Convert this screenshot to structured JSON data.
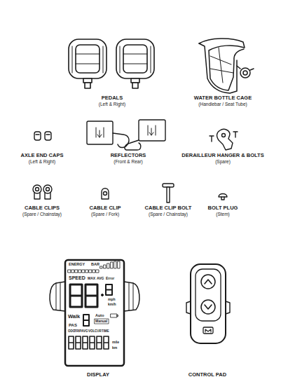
{
  "diagram": {
    "labels": [
      "PEDALS",
      "(Left & Right)",
      "WATER BOTTLE CAGE",
      "(Handlebar / Seat Tube)",
      "AXLE END CAPS",
      "(Left & Right)",
      "REFLECTORS",
      "(Front & Rear)",
      "DERAILLEUR HANGER & BOLTS",
      "(Spare)",
      "CABLE CLIPS",
      "(Spare / Chainstay)",
      "CABLE CLIP",
      "(Spare / Fork)",
      "CABLE CLIP BOLT",
      "(Spare / Chainstay)",
      "BOLT PLUG",
      "(Stem)",
      "DISPLAY",
      "CONTROL PAD",
      "ENERGY",
      "BAR",
      "SPEED",
      "MAX",
      "AVG",
      "Error",
      "mph",
      "km/h",
      "Walk",
      "PAS",
      "Auto",
      "Manual",
      "ODO",
      "TRIP",
      "AVG",
      "VOL",
      "CUR",
      "TIME",
      "mile",
      "km"
    ]
  }
}
